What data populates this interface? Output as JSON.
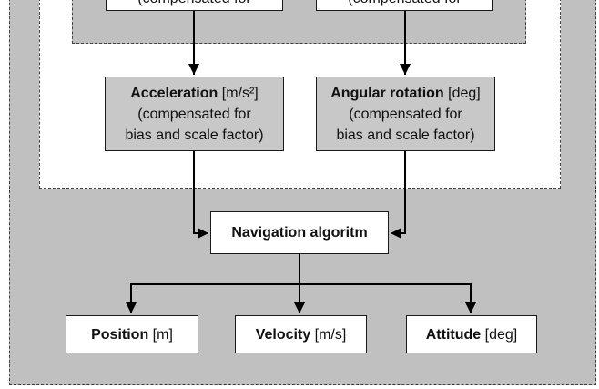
{
  "top_boxes": {
    "left_text": "(compensated for",
    "right_text": "(compensated for"
  },
  "acceleration": {
    "title": "Acceleration",
    "unit": "[m/s²]",
    "line2": "(compensated for",
    "line3": "bias and scale factor)"
  },
  "angular_rotation": {
    "title": "Angular rotation",
    "unit": "[deg]",
    "line2": "(compensated for",
    "line3": "bias and scale factor)"
  },
  "navigation": {
    "label": "Navigation algoritm"
  },
  "outputs": {
    "position": {
      "title": "Position",
      "unit": "[m]"
    },
    "velocity": {
      "title": "Velocity",
      "unit": "[m/s]"
    },
    "attitude": {
      "title": "Attitude",
      "unit": "[deg]"
    }
  }
}
